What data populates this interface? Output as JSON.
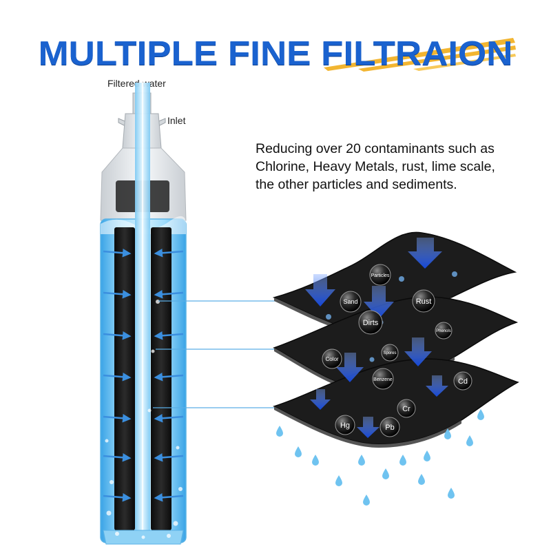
{
  "header": {
    "title": "MULTIPLE FINE FILTRAION"
  },
  "filter": {
    "outlet_label": "Filtered  water",
    "inlet_label": "Inlet"
  },
  "description": {
    "lines": [
      "Reducing over 20 contaminants such as",
      "Chlorine, Heavy Metals, rust, lime scale,",
      "the other particles and sediments."
    ]
  },
  "layers": [
    {
      "contaminants": [
        "Particles",
        "Sand",
        "Rust",
        "Dirts"
      ]
    },
    {
      "contaminants": [
        "Phenols",
        "Spores",
        "Color",
        "Benzene"
      ]
    },
    {
      "contaminants": [
        "Cd",
        "Cr",
        "Hg",
        "Pb"
      ]
    }
  ],
  "colors": {
    "title": "#1a62cf",
    "accent_stripe": "#f2b531",
    "water": "#6fc3f0",
    "arrow": "#1f5fe0",
    "layer": "#1b1b1b"
  }
}
